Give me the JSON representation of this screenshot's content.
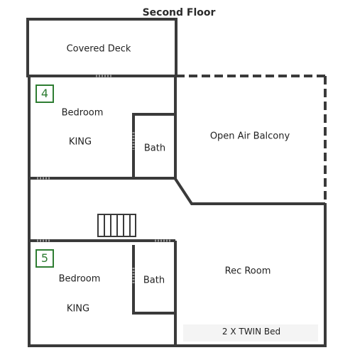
{
  "title": "Second Floor",
  "rooms": {
    "covered_deck": "Covered Deck",
    "bedroom_4": {
      "number": "4",
      "name": "Bedroom",
      "bed": "KING",
      "bath": "Bath"
    },
    "open_air_balcony": "Open Air Balcony",
    "bedroom_5": {
      "number": "5",
      "name": "Bedroom",
      "bed": "KING",
      "bath": "Bath"
    },
    "rec_room": "Rec Room",
    "rec_room_beds": "2 X TWIN Bed"
  },
  "colors": {
    "wall": "#3a3a3a",
    "badge": "#2e7d32",
    "text": "#1f1f1f"
  }
}
